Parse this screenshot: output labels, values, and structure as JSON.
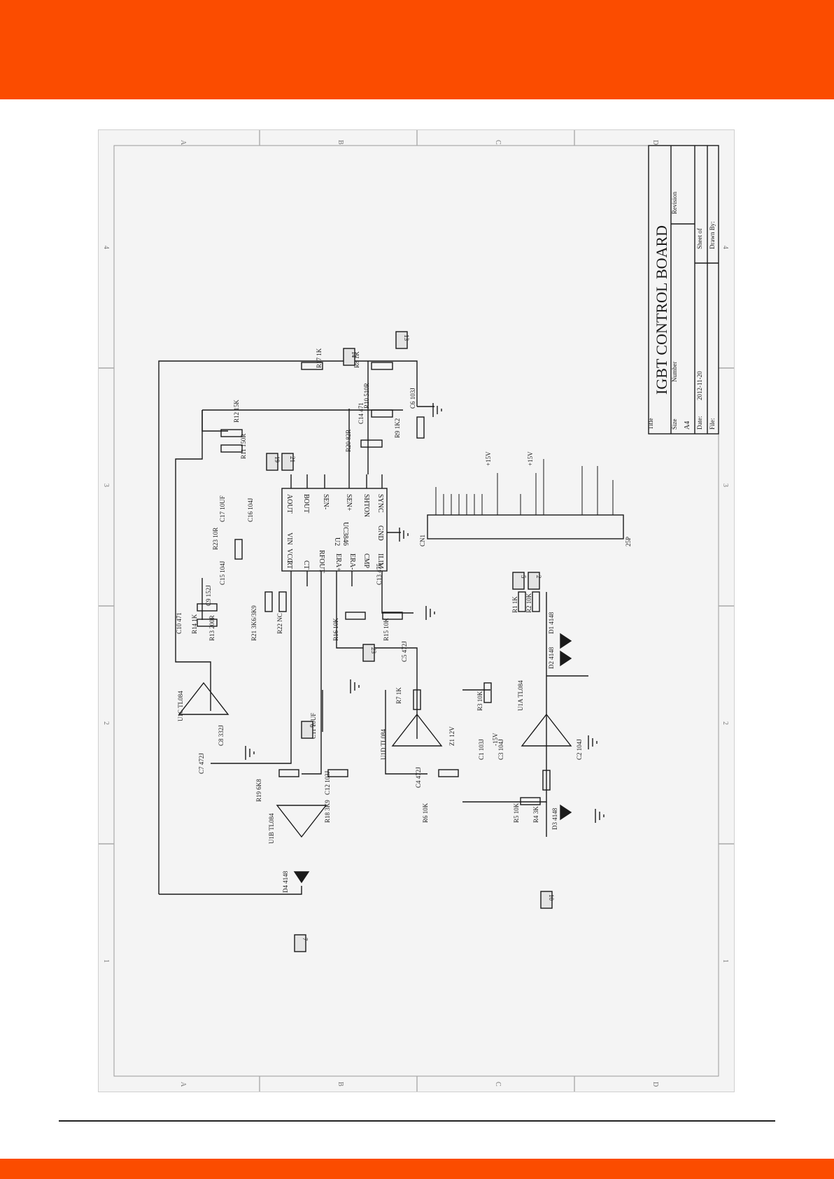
{
  "colors": {
    "accent": "#fb4c00",
    "line": "#1a1a1a",
    "paper": "#f4f4f4"
  },
  "grid": {
    "columns": [
      "A",
      "B",
      "C",
      "D"
    ],
    "rows": [
      "4",
      "3",
      "2",
      "1"
    ]
  },
  "title_block": {
    "title_label": "Title",
    "title": "IGBT CONTROL BOARD",
    "size_label": "Size",
    "size": "A4",
    "number_label": "Number",
    "revision_label": "Revision",
    "date_label": "Date:",
    "date": "2012-11-20",
    "file_label": "File:",
    "sheet_label": "Sheet   of",
    "drawn_label": "Drawn By:"
  },
  "parts": {
    "u2": {
      "ref": "U2",
      "value": "UC3846"
    },
    "u2_pins": [
      "AOUT",
      "BOUT",
      "SEN-",
      "SEN+",
      "SHTON",
      "SYNC",
      "VIN",
      "VCC",
      "RT",
      "CT",
      "RFOUT",
      "ERA+",
      "ERA-",
      "CMP",
      "ILIM",
      "GND"
    ],
    "cn1": {
      "ref": "CN1",
      "value": "25P"
    },
    "r17": "R17 1K",
    "r8": "R8 1K",
    "r10": "R10 510R",
    "c6": "C6 103J",
    "r12": "R12 15K",
    "r11": "R11 150R",
    "r20": "R20 82R",
    "c14": "C14 471",
    "r9": "R9 1K2",
    "c17": "C17 10UF",
    "c16": "C16 104J",
    "r23": "R23 10R",
    "c15": "C15 104J",
    "c9": "C9 152J",
    "c10": "C10 471",
    "r14": "R14 1K",
    "r13": "R13 200R",
    "r21": "R21 3K6/3K9",
    "r22": "R22 NC",
    "r16": "R16 10K",
    "r15": "R15 10K",
    "c13": "C13 475",
    "c5": "C5 472J",
    "r7": "R7 1K",
    "u1c": "U1C TL084",
    "c8": "C8 332J",
    "c7": "C7 472J",
    "c11": "C11 10UF",
    "c12": "C12 103J",
    "r19": "R19 6K8",
    "r18": "R18 3K9",
    "u1b": "U1B TL084",
    "d4": "D4 4148",
    "u1d": "U1D TL084",
    "c4": "C4 472J",
    "r6": "R6 10K",
    "r5": "R5 10K",
    "r4": "R4 3K",
    "d3": "D3 4148",
    "z1": "Z1 12V",
    "c1": "C1 103J",
    "r3": "R3 10K",
    "c3": "C3 104J",
    "u1a": "U1A TL084",
    "c2": "C2 104J",
    "r1": "R1 1K",
    "r2": "R2 10K",
    "d1": "D1 4148",
    "d2": "D2 4148"
  },
  "supply_labels": {
    "plus15": "+15V",
    "minus15": "-15V"
  },
  "ports": [
    "13",
    "14",
    "19",
    "21",
    "6",
    "23",
    "7",
    "5",
    "2",
    "10"
  ]
}
